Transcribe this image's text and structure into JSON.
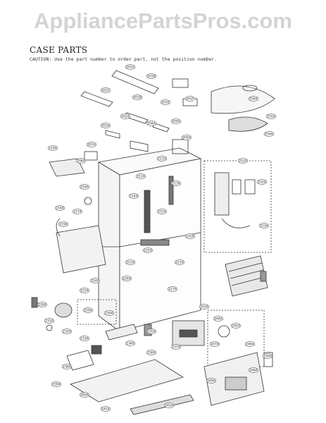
{
  "watermark": "AppliancePartsPros.com",
  "title": "CASE PARTS",
  "caution": "CAUTION: Use the part number to order part, not the position number.",
  "part_labels": [
    "201A",
    "201B",
    "201C",
    "201D",
    "201E",
    "201F",
    "202A",
    "203A",
    "204A",
    "205A",
    "206A",
    "207A",
    "208A",
    "210A",
    "211A",
    "212A",
    "213A",
    "214A",
    "215A",
    "216A",
    "217A",
    "218A",
    "219A",
    "220A",
    "221A",
    "222A",
    "223A",
    "224A",
    "225A",
    "226A",
    "227A",
    "228A",
    "229A",
    "230A",
    "231A",
    "232A",
    "233A",
    "234A",
    "235A",
    "236A",
    "237A",
    "238A",
    "239A",
    "240A",
    "241A",
    "242A",
    "243A",
    "244A",
    "245A",
    "246A",
    "247A",
    "248A",
    "249A",
    "250A",
    "251A",
    "252A",
    "253A",
    "254A",
    "255A",
    "256A"
  ]
}
